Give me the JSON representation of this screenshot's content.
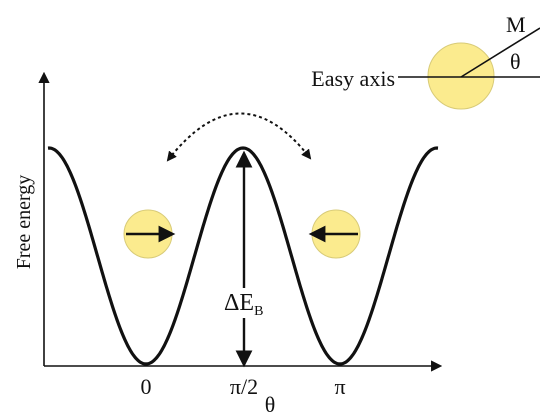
{
  "diagram": {
    "y_axis_label": "Free energy",
    "x_axis_label": "θ",
    "x_ticks": {
      "zero": "0",
      "half_pi": "π/2",
      "pi": "π"
    },
    "barrier": {
      "main": "ΔE",
      "subscript": "B"
    },
    "inset": {
      "easy_axis_label": "Easy axis",
      "magnetization_label": "M",
      "angle_label": "θ"
    },
    "colors": {
      "particle_fill": "#FBEB8E",
      "particle_edge": "#D8CB78",
      "line": "#111111"
    }
  }
}
